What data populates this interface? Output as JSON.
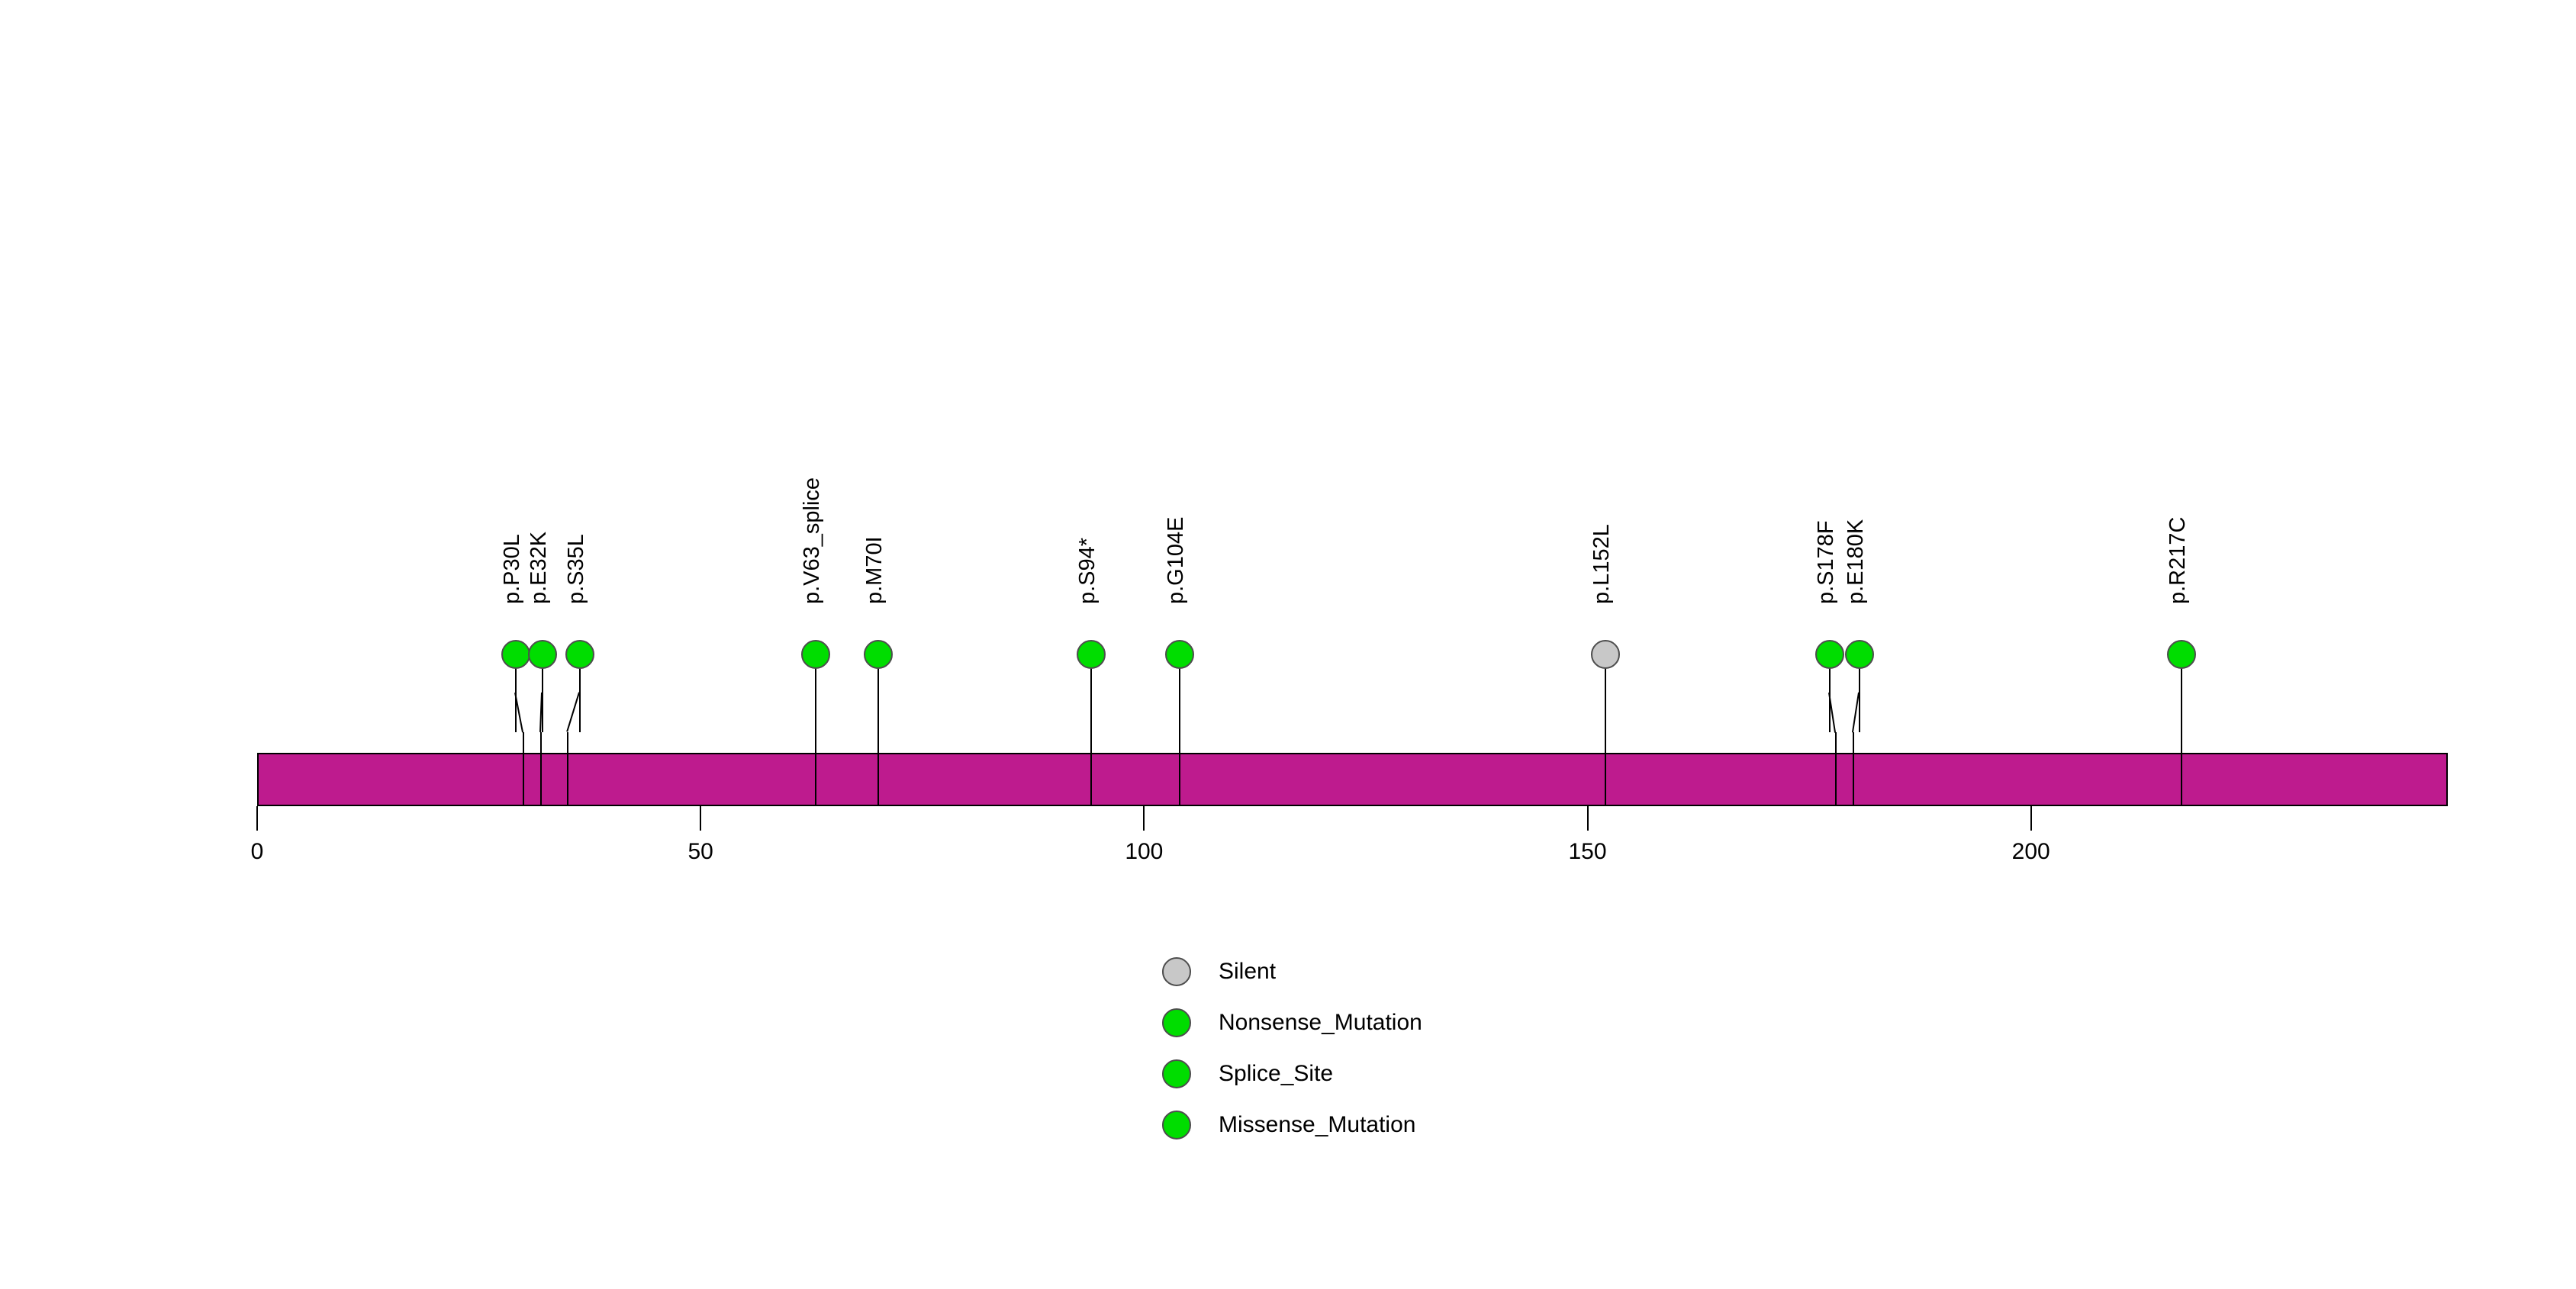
{
  "chart_data": {
    "type": "lollipop",
    "title": "",
    "subtitle": "",
    "xlabel": "",
    "ylabel": "",
    "xlim": [
      0,
      247
    ],
    "grid": false,
    "legend_position": "bottom-center",
    "backbone": {
      "name": "protein-backbone",
      "color": "#BE1B8E",
      "border_color": "#000000",
      "start": 0,
      "end": 247
    },
    "axis": {
      "ticks": [
        0,
        50,
        100,
        150,
        200
      ],
      "tick_labels": [
        "0",
        "50",
        "100",
        "150",
        "200"
      ]
    },
    "categories": [
      "p.P30L",
      "p.E32K",
      "p.S35L",
      "p.V63_splice",
      "p.M70I",
      "p.S94*",
      "p.G104E",
      "p.L152L",
      "p.S178F",
      "p.E180K",
      "p.R217C"
    ],
    "x": [
      30,
      32,
      35,
      63,
      70,
      94,
      104,
      152,
      178,
      180,
      217
    ],
    "values": [
      1,
      1,
      1,
      1,
      1,
      1,
      1,
      1,
      1,
      1,
      1
    ],
    "mutations": [
      {
        "label": "p.P30L",
        "position": 30,
        "count": 1,
        "class": "Missense_Mutation",
        "color": "#00DD00"
      },
      {
        "label": "p.E32K",
        "position": 32,
        "count": 1,
        "class": "Missense_Mutation",
        "color": "#00DD00"
      },
      {
        "label": "p.S35L",
        "position": 35,
        "count": 1,
        "class": "Missense_Mutation",
        "color": "#00DD00"
      },
      {
        "label": "p.V63_splice",
        "position": 63,
        "count": 1,
        "class": "Splice_Site",
        "color": "#00DD00"
      },
      {
        "label": "p.M70I",
        "position": 70,
        "count": 1,
        "class": "Missense_Mutation",
        "color": "#00DD00"
      },
      {
        "label": "p.S94*",
        "position": 94,
        "count": 1,
        "class": "Nonsense_Mutation",
        "color": "#00DD00"
      },
      {
        "label": "p.G104E",
        "position": 104,
        "count": 1,
        "class": "Missense_Mutation",
        "color": "#00DD00"
      },
      {
        "label": "p.L152L",
        "position": 152,
        "count": 1,
        "class": "Silent",
        "color": "#C8C8C8"
      },
      {
        "label": "p.S178F",
        "position": 178,
        "count": 1,
        "class": "Missense_Mutation",
        "color": "#00DD00"
      },
      {
        "label": "p.E180K",
        "position": 180,
        "count": 1,
        "class": "Missense_Mutation",
        "color": "#00DD00"
      },
      {
        "label": "p.R217C",
        "position": 217,
        "count": 1,
        "class": "Missense_Mutation",
        "color": "#00DD00"
      }
    ],
    "legend": {
      "entries": [
        {
          "label": "Silent",
          "color": "#C8C8C8"
        },
        {
          "label": "Nonsense_Mutation",
          "color": "#00DD00"
        },
        {
          "label": "Splice_Site",
          "color": "#00DD00"
        },
        {
          "label": "Missense_Mutation",
          "color": "#00DD00"
        }
      ]
    }
  }
}
